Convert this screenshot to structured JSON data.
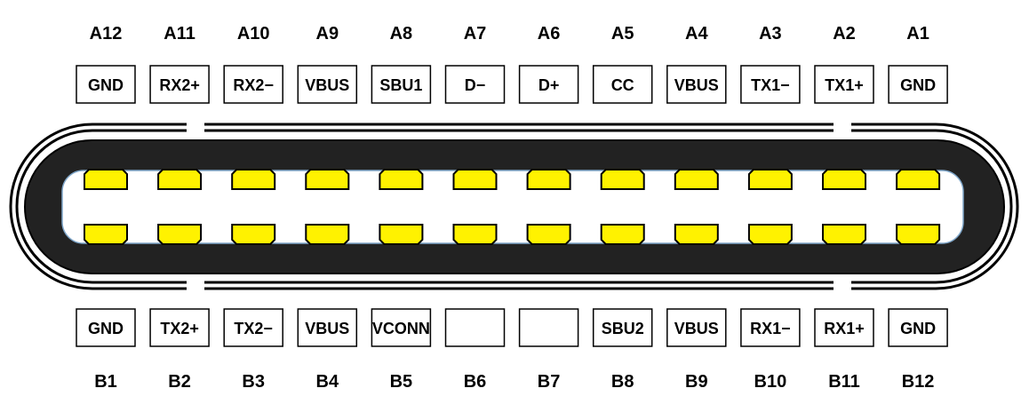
{
  "diagram": {
    "colors": {
      "contact": "#FFF200",
      "housing": "#222222",
      "outline": "#000000",
      "cavity_edge": "#7fa6c9",
      "background": "#FFFFFF"
    },
    "row_a": [
      {
        "pin": "A12",
        "signal": "GND"
      },
      {
        "pin": "A11",
        "signal": "RX2+"
      },
      {
        "pin": "A10",
        "signal": "RX2−"
      },
      {
        "pin": "A9",
        "signal": "VBUS"
      },
      {
        "pin": "A8",
        "signal": "SBU1"
      },
      {
        "pin": "A7",
        "signal": "D−"
      },
      {
        "pin": "A6",
        "signal": "D+"
      },
      {
        "pin": "A5",
        "signal": "CC"
      },
      {
        "pin": "A4",
        "signal": "VBUS"
      },
      {
        "pin": "A3",
        "signal": "TX1−"
      },
      {
        "pin": "A2",
        "signal": "TX1+"
      },
      {
        "pin": "A1",
        "signal": "GND"
      }
    ],
    "row_b": [
      {
        "pin": "B1",
        "signal": "GND"
      },
      {
        "pin": "B2",
        "signal": "TX2+"
      },
      {
        "pin": "B3",
        "signal": "TX2−"
      },
      {
        "pin": "B4",
        "signal": "VBUS"
      },
      {
        "pin": "B5",
        "signal": "VCONN"
      },
      {
        "pin": "B6",
        "signal": ""
      },
      {
        "pin": "B7",
        "signal": ""
      },
      {
        "pin": "B8",
        "signal": "SBU2"
      },
      {
        "pin": "B9",
        "signal": "VBUS"
      },
      {
        "pin": "B10",
        "signal": "RX1−"
      },
      {
        "pin": "B11",
        "signal": "RX1+"
      },
      {
        "pin": "B12",
        "signal": "GND"
      }
    ]
  }
}
